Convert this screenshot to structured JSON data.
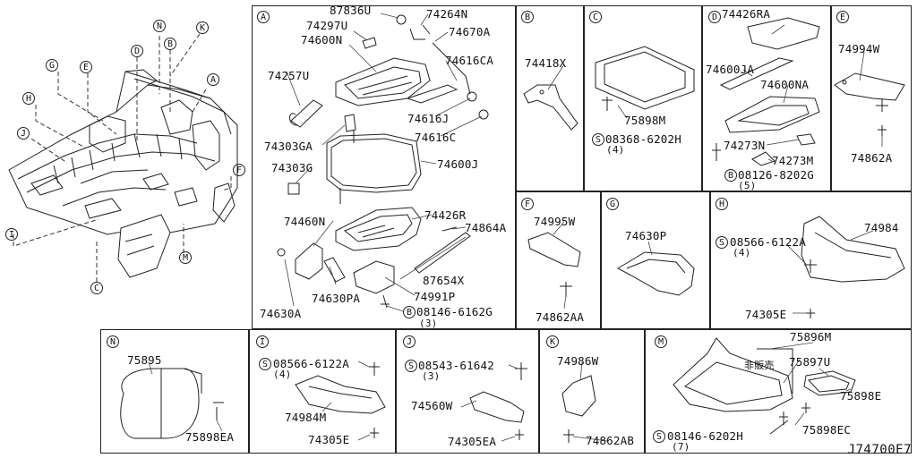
{
  "overview": {
    "callouts": [
      "N",
      "K",
      "D",
      "B",
      "G",
      "E",
      "A",
      "H",
      "J",
      "F",
      "I",
      "M",
      "C"
    ]
  },
  "panels": {
    "A": {
      "letter": "A",
      "parts": [
        "87836U",
        "74264N",
        "74297U",
        "74670A",
        "74600N",
        "74616CA",
        "74257U",
        "74616J",
        "74616C",
        "74303GA",
        "74600J",
        "74303G",
        "74426R",
        "74460N",
        "74864A",
        "87654X",
        "74630PA",
        "74991P",
        "74630A",
        "08146-6162G",
        "(3)"
      ]
    },
    "B": {
      "letter": "B",
      "parts": [
        "74418X"
      ]
    },
    "C": {
      "letter": "C",
      "parts": [
        "75898M",
        "08368-6202H",
        "(4)"
      ]
    },
    "D": {
      "letter": "D",
      "parts": [
        "74426RA",
        "74600JA",
        "74600NA",
        "74273N",
        "74273M",
        "08126-8202G",
        "(5)"
      ]
    },
    "E": {
      "letter": "E",
      "parts": [
        "74994W",
        "74862A"
      ]
    },
    "F": {
      "letter": "F",
      "parts": [
        "74995W",
        "74862AA"
      ]
    },
    "G": {
      "letter": "G",
      "parts": [
        "74630P"
      ]
    },
    "H": {
      "letter": "H",
      "parts": [
        "74984",
        "08566-6122A",
        "(4)",
        "74305E"
      ]
    },
    "N": {
      "letter": "N",
      "parts": [
        "75895",
        "75898EA"
      ]
    },
    "I": {
      "letter": "I",
      "parts": [
        "08566-6122A",
        "(4)",
        "74984M",
        "74305E"
      ]
    },
    "J": {
      "letter": "J",
      "parts": [
        "08543-61642",
        "(3)",
        "74560W",
        "74305EA"
      ]
    },
    "K": {
      "letter": "K",
      "parts": [
        "74986W",
        "74862AB"
      ]
    },
    "M": {
      "letter": "M",
      "parts": [
        "75896M",
        "非販売",
        "75897U",
        "75898E",
        "75898EC",
        "08146-6202H",
        "(7)"
      ]
    }
  },
  "symbols": {
    "S": "S",
    "B": "B"
  },
  "reference": "J74700E7"
}
